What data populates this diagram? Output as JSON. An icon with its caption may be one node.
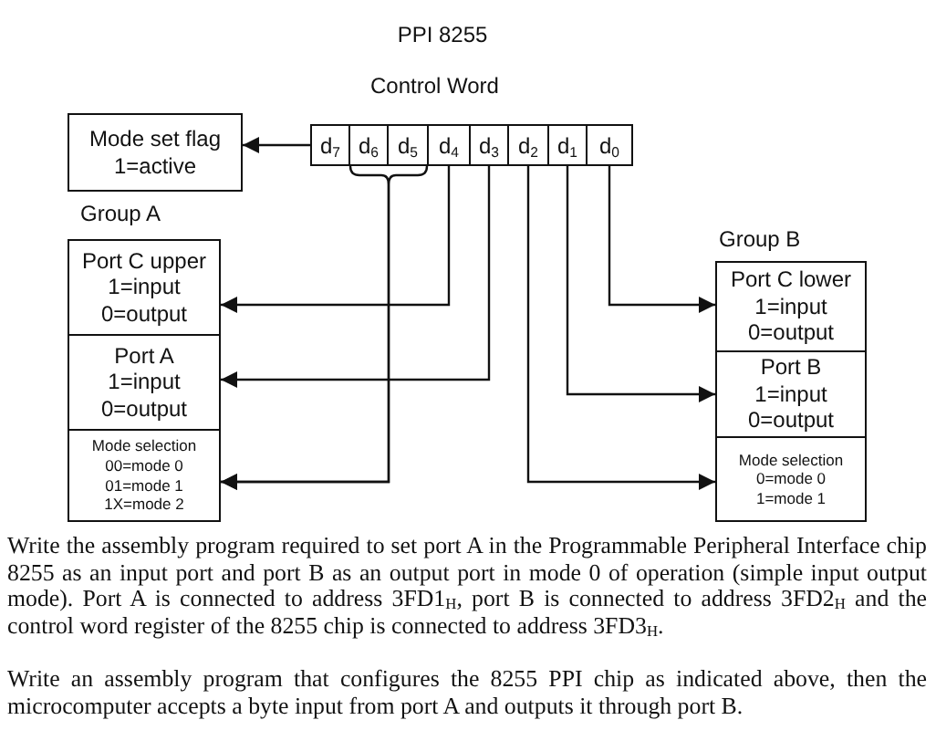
{
  "diagram": {
    "title": "PPI 8255",
    "nodes": [
      {
        "text": [
          "Mode set flag",
          "1=active"
        ]
      },
      {
        "text": [
          "d$_{7}$"
        ]
      },
      {
        "text": [
          "d$_{6}$"
        ]
      },
      {
        "text": [
          "d$_{5}$"
        ]
      },
      {
        "text": [
          "d$_{4}$"
        ]
      },
      {
        "text": [
          "d$_{3}$"
        ]
      },
      {
        "text": [
          "d$_{2}$"
        ]
      },
      {
        "text": [
          "d$_{1}$"
        ]
      },
      {
        "text": [
          "d$_{0}$"
        ]
      },
      {
        "text": [
          "Port C upper",
          "1=input",
          "0=output"
        ]
      },
      {
        "text": [
          "Port A",
          "1=input",
          "0=output"
        ]
      },
      {
        "text": [
          "Mode selection",
          "00=mode 0",
          "01=mode 1",
          "1X=mode 2"
        ]
      },
      {
        "text": [
          "Port C lower",
          "1=input",
          "0=output"
        ]
      },
      {
        "text": [
          "Port B",
          "1=input",
          "0=output"
        ]
      },
      {
        "text": [
          "Mode selection",
          "0=mode 0",
          "1=mode 1"
        ]
      }
    ],
    "edges": [
      {
        "from": 1,
        "to": 0,
        "arrow": "to"
      },
      {
        "from": 2,
        "to": 11,
        "arrow": "to"
      },
      {
        "from": 3,
        "to": 11,
        "arrow": "to"
      },
      {
        "from": 4,
        "to": 9,
        "arrow": "to"
      },
      {
        "from": 5,
        "to": 10,
        "arrow": "to"
      },
      {
        "from": 6,
        "to": 14,
        "arrow": "to"
      },
      {
        "from": 7,
        "to": 13,
        "arrow": "to"
      },
      {
        "from": 8,
        "to": 12,
        "arrow": "to"
      }
    ],
    "labels": [
      "Control Word",
      "Group A",
      "Group B",
      "Write the assembly program required to set port A in the Programmable Peripheral Interface chip 8255 as an input port and port B as an output port in mode 0 of operation (simple input output mode). Port A is connected to address 3FD1$_{H}$, port B is connected to address 3FD2$_{H}$ and the control word register of the 8255 chip is connected to address 3FD3$_{H}$.",
      "Write an assembly program that configures the 8255 PPI chip as indicated above, then the microcomputer accepts a byte input from port A and outputs it through port B."
    ]
  }
}
